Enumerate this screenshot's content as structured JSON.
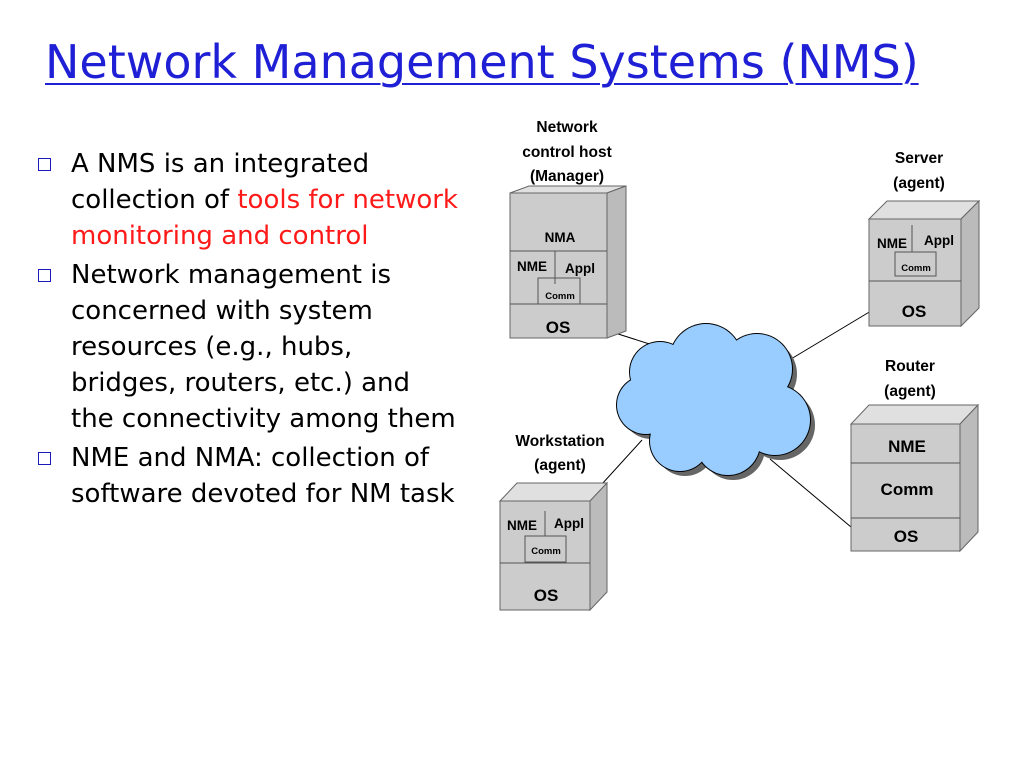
{
  "title": "Network Management Systems (NMS)",
  "bullets": [
    {
      "text": "A NMS is an integrated collection of ",
      "highlight": "tools for network monitoring and control"
    },
    {
      "text": "Network management is concerned with system resources (e.g., hubs, bridges, routers, etc.) and the connectivity among them"
    },
    {
      "text": "NME and NMA: collection of software devoted for NM task"
    }
  ],
  "colors": {
    "title": "#1f1fd6",
    "highlight": "#ff1a1a",
    "cloud": "#99ccff",
    "box": "#cccccc"
  },
  "diagram": {
    "manager": {
      "label": [
        "Network",
        "control host",
        "(Manager)"
      ],
      "layers": {
        "nma": "NMA",
        "nme": "NME",
        "appl": "Appl",
        "comm": "Comm",
        "os": "OS"
      }
    },
    "server": {
      "label": [
        "Server",
        "(agent)"
      ],
      "layers": {
        "nme": "NME",
        "appl": "Appl",
        "comm": "Comm",
        "os": "OS"
      }
    },
    "router": {
      "label": [
        "Router",
        "(agent)"
      ],
      "layers": {
        "nme": "NME",
        "comm": "Comm",
        "os": "OS"
      }
    },
    "workstation": {
      "label": [
        "Workstation",
        "(agent)"
      ],
      "layers": {
        "nme": "NME",
        "appl": "Appl",
        "comm": "Comm",
        "os": "OS"
      }
    }
  }
}
